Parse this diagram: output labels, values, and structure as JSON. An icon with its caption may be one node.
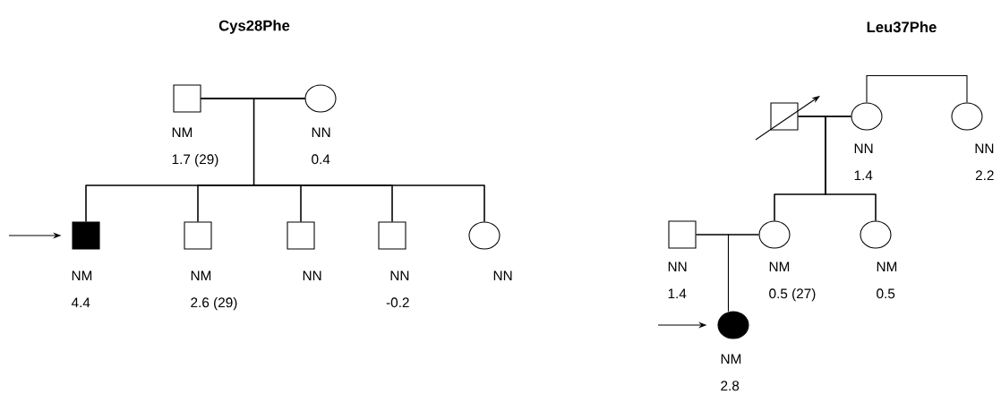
{
  "diagram": {
    "nodes": [
      {
        "text": [],
        "shape": "box",
        "beside": [
          "NM",
          "1.7 (29)"
        ]
      },
      {
        "text": [],
        "shape": "circle",
        "beside": [
          "NN",
          "0.4"
        ]
      },
      {
        "text": [],
        "shape": "box",
        "beside": [
          "NM",
          "4.4"
        ]
      },
      {
        "text": [],
        "shape": "box",
        "beside": [
          "NM",
          "2.6 (29)"
        ]
      },
      {
        "text": [],
        "shape": "box",
        "beside": [
          "NN"
        ]
      },
      {
        "text": [],
        "shape": "box",
        "beside": [
          "NN",
          "-0.2"
        ]
      },
      {
        "text": [],
        "shape": "circle",
        "beside": [
          "NN"
        ]
      },
      {
        "text": [],
        "shape": "box"
      },
      {
        "text": [],
        "shape": "circle",
        "beside": [
          "NN",
          "1.4"
        ]
      },
      {
        "text": [],
        "shape": "circle",
        "beside": [
          "NN",
          "2.2"
        ]
      },
      {
        "text": [],
        "shape": "box",
        "beside": [
          "NN",
          "1.4"
        ]
      },
      {
        "text": [],
        "shape": "circle",
        "beside": [
          "NM",
          "0.5 (27)"
        ]
      },
      {
        "text": [],
        "shape": "circle",
        "beside": [
          "NM",
          "0.5"
        ]
      },
      {
        "text": [],
        "shape": "circle",
        "beside": [
          "NM",
          "2.8"
        ]
      }
    ],
    "edges": [
      {
        "from": 0,
        "to": 1,
        "arrow": "none"
      },
      {
        "from": 0,
        "to": 2,
        "arrow": "none"
      },
      {
        "from": 1,
        "to": 2,
        "arrow": "none"
      },
      {
        "from": 0,
        "to": 3,
        "arrow": "none"
      },
      {
        "from": 1,
        "to": 3,
        "arrow": "none"
      },
      {
        "from": 0,
        "to": 4,
        "arrow": "none"
      },
      {
        "from": 1,
        "to": 4,
        "arrow": "none"
      },
      {
        "from": 0,
        "to": 5,
        "arrow": "none"
      },
      {
        "from": 1,
        "to": 5,
        "arrow": "none"
      },
      {
        "from": 0,
        "to": 6,
        "arrow": "none"
      },
      {
        "from": 1,
        "to": 6,
        "arrow": "none"
      },
      {
        "from": null,
        "to": 2,
        "arrow": "to"
      },
      {
        "from": 7,
        "to": 8,
        "arrow": "none"
      },
      {
        "from": 8,
        "to": 9,
        "arrow": "none"
      },
      {
        "from": 7,
        "to": 11,
        "arrow": "none"
      },
      {
        "from": 8,
        "to": 11,
        "arrow": "none"
      },
      {
        "from": 7,
        "to": 12,
        "arrow": "none"
      },
      {
        "from": 8,
        "to": 12,
        "arrow": "none"
      },
      {
        "from": 10,
        "to": 11,
        "arrow": "none"
      },
      {
        "from": 10,
        "to": 13,
        "arrow": "none"
      },
      {
        "from": 11,
        "to": 13,
        "arrow": "none"
      },
      {
        "from": null,
        "to": 13,
        "arrow": "to"
      }
    ],
    "labels": [
      "Cys28Phe",
      "Leu37Phe"
    ]
  }
}
